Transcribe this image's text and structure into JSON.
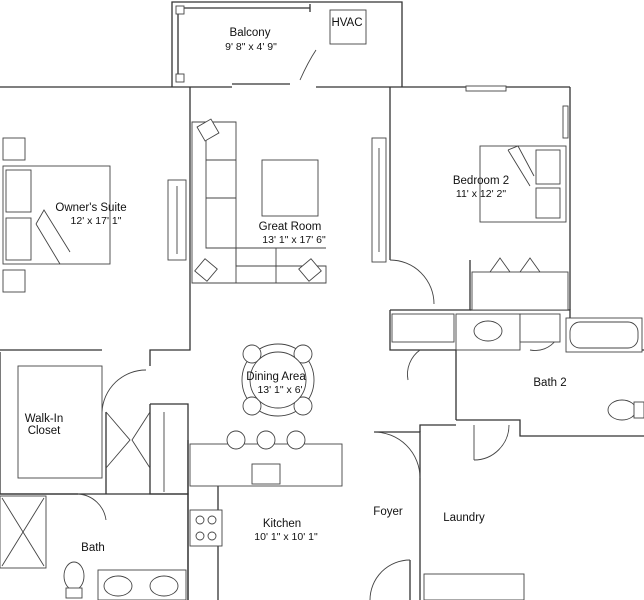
{
  "rooms": {
    "balcony": {
      "name": "Balcony",
      "dims": "9' 8\" x 4' 9\""
    },
    "hvac": {
      "name": "HVAC"
    },
    "owners_suite": {
      "name": "Owner's Suite",
      "dims": "12' x 17' 1\""
    },
    "great_room": {
      "name": "Great Room",
      "dims": "13' 1\" x 17' 6\""
    },
    "bedroom2": {
      "name": "Bedroom 2",
      "dims": "11' x 12' 2\""
    },
    "dining": {
      "name": "Dining Area",
      "dims": "13' 1\" x 6'"
    },
    "bath2": {
      "name": "Bath 2"
    },
    "walkin": {
      "name_line1": "Walk-In",
      "name_line2": "Closet"
    },
    "kitchen": {
      "name": "Kitchen",
      "dims": "10' 1\" x 10' 1\""
    },
    "foyer": {
      "name": "Foyer"
    },
    "laundry": {
      "name": "Laundry"
    },
    "bath": {
      "name": "Bath"
    }
  }
}
